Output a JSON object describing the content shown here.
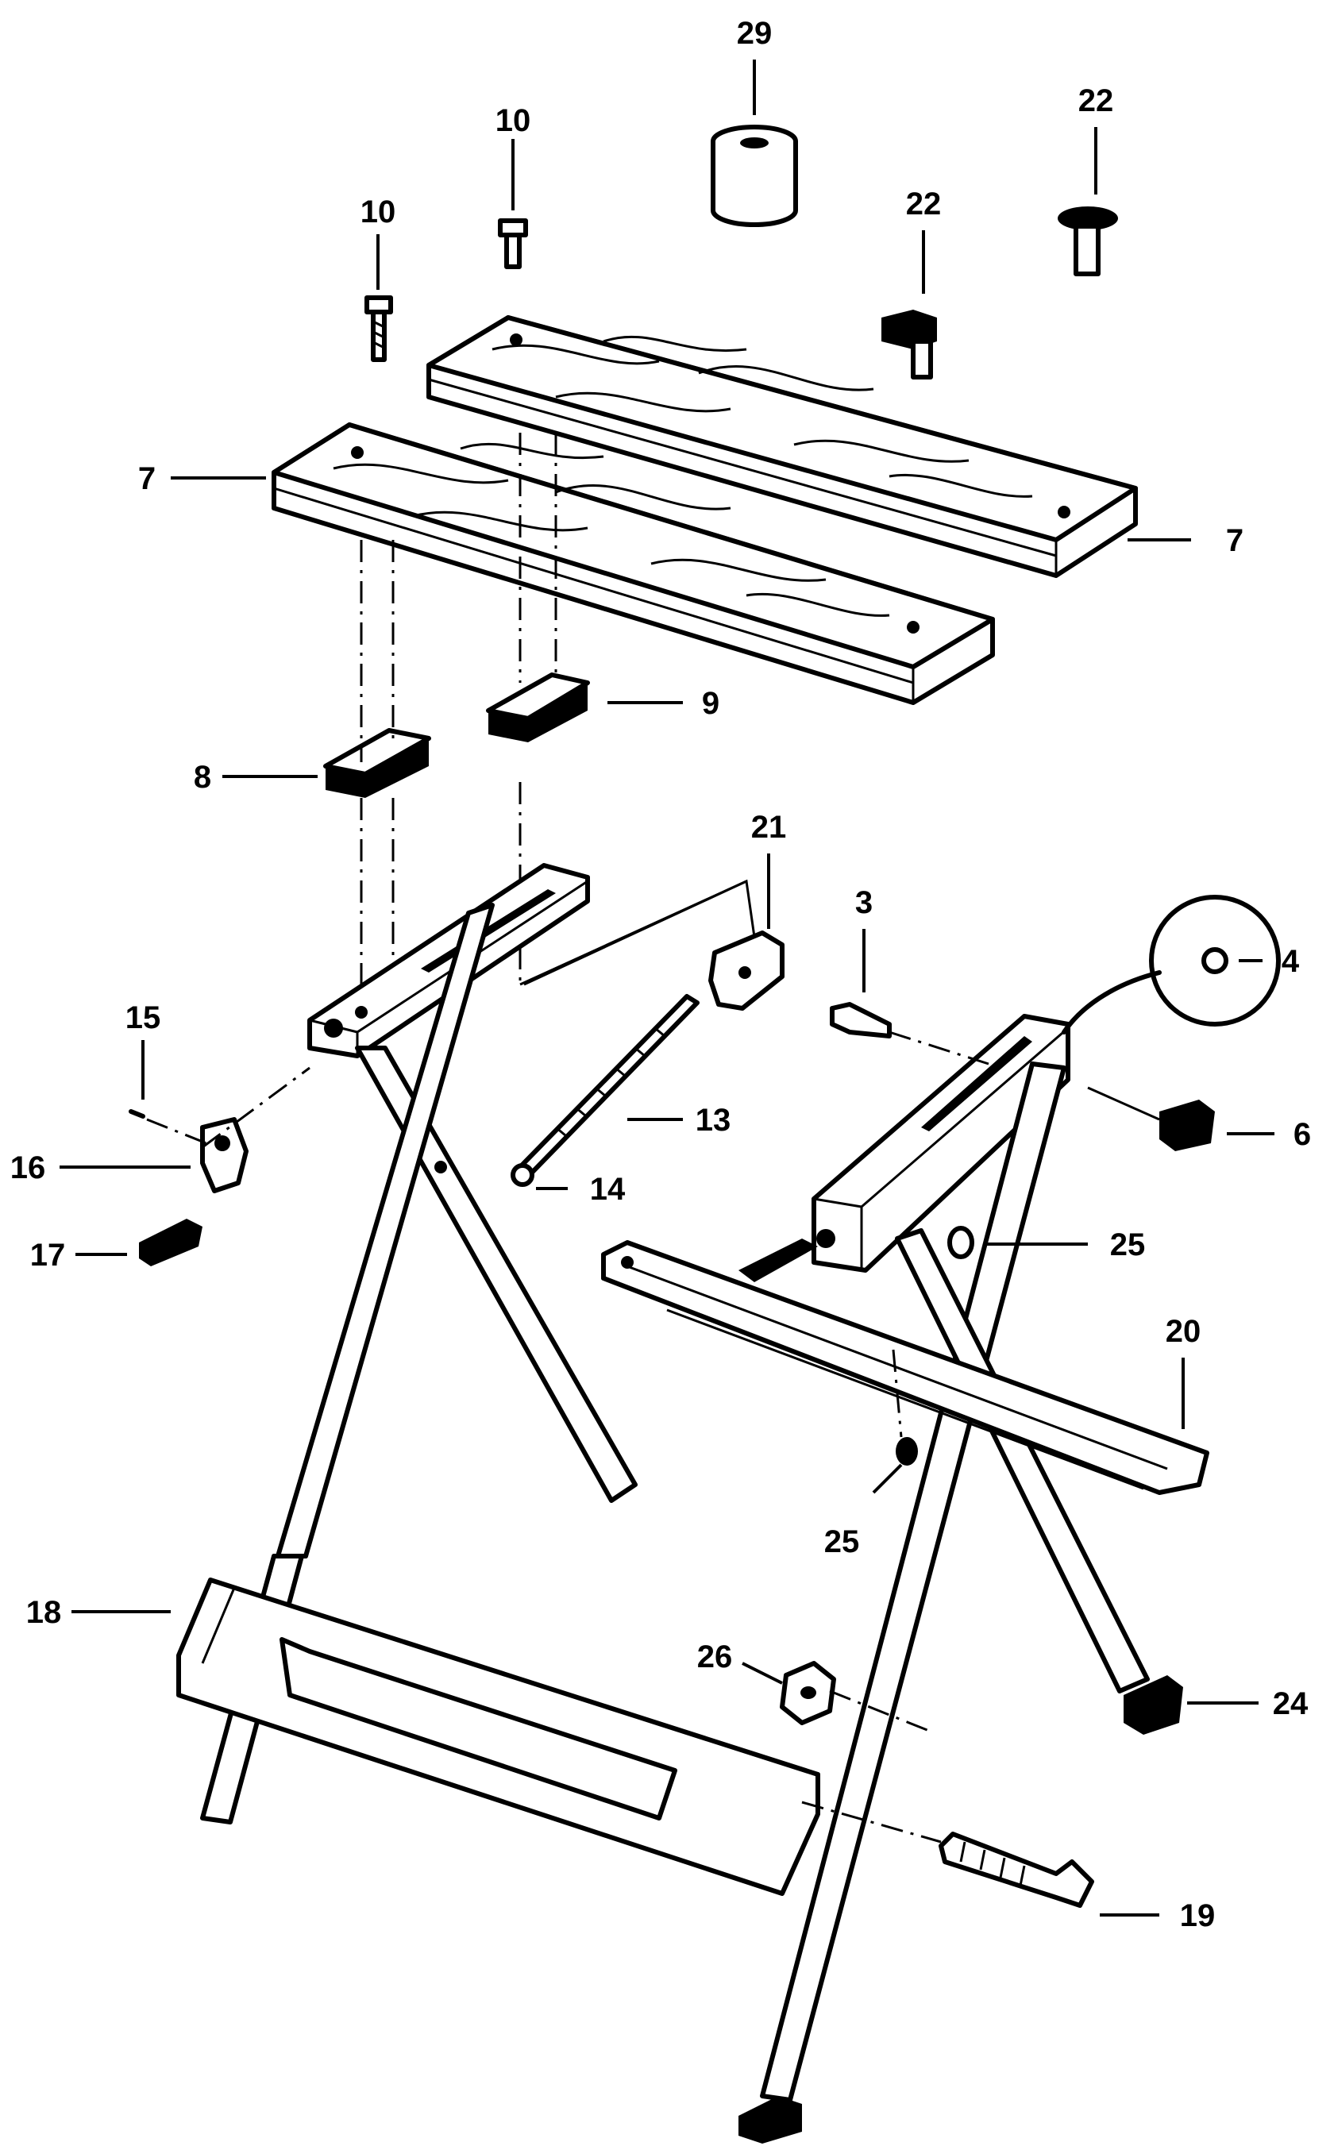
{
  "diagram": {
    "callouts": [
      {
        "id": "c29",
        "label": "29"
      },
      {
        "id": "c22a",
        "label": "22"
      },
      {
        "id": "c22b",
        "label": "22"
      },
      {
        "id": "c10a",
        "label": "10"
      },
      {
        "id": "c10b",
        "label": "10"
      },
      {
        "id": "c7a",
        "label": "7"
      },
      {
        "id": "c7b",
        "label": "7"
      },
      {
        "id": "c9",
        "label": "9"
      },
      {
        "id": "c8",
        "label": "8"
      },
      {
        "id": "c21",
        "label": "21"
      },
      {
        "id": "c3",
        "label": "3"
      },
      {
        "id": "c4",
        "label": "4"
      },
      {
        "id": "c15",
        "label": "15"
      },
      {
        "id": "c13",
        "label": "13"
      },
      {
        "id": "c6",
        "label": "6"
      },
      {
        "id": "c16",
        "label": "16"
      },
      {
        "id": "c14",
        "label": "14"
      },
      {
        "id": "c17",
        "label": "17"
      },
      {
        "id": "c25a",
        "label": "25"
      },
      {
        "id": "c20",
        "label": "20"
      },
      {
        "id": "c25b",
        "label": "25"
      },
      {
        "id": "c18",
        "label": "18"
      },
      {
        "id": "c26",
        "label": "26"
      },
      {
        "id": "c24",
        "label": "24"
      },
      {
        "id": "c19",
        "label": "19"
      }
    ]
  }
}
